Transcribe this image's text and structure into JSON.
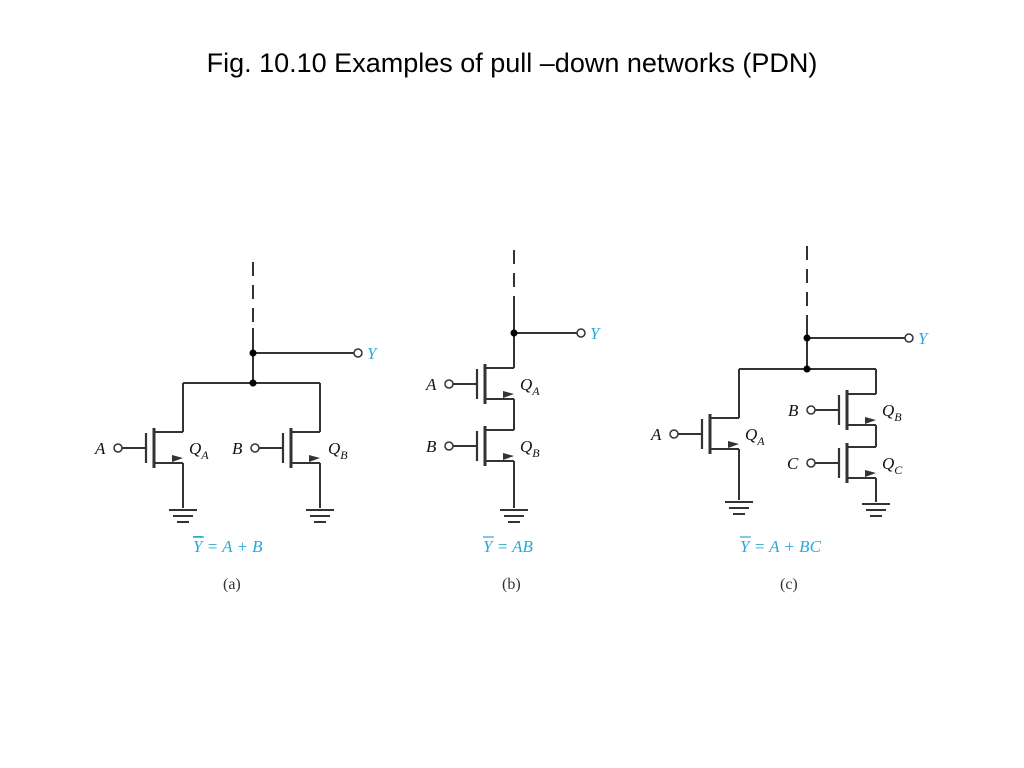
{
  "title": "Fig. 10.10 Examples of pull –down  networks (PDN)",
  "colors": {
    "accent": "#2aa8d8",
    "wire": "#333333"
  },
  "circuits": {
    "a": {
      "inputs": [
        "A",
        "B"
      ],
      "transistors": [
        {
          "q": "Q",
          "sub": "A"
        },
        {
          "q": "Q",
          "sub": "B"
        }
      ],
      "output": "Y",
      "equation_bar": "Y",
      "equation_rest": " = A + B",
      "caption": "(a)"
    },
    "b": {
      "inputs": [
        "A",
        "B"
      ],
      "transistors": [
        {
          "q": "Q",
          "sub": "A"
        },
        {
          "q": "Q",
          "sub": "B"
        }
      ],
      "output": "Y",
      "equation_bar": "Y",
      "equation_rest": " = AB",
      "caption": "(b)"
    },
    "c": {
      "inputs": [
        "A",
        "B",
        "C"
      ],
      "transistors": [
        {
          "q": "Q",
          "sub": "A"
        },
        {
          "q": "Q",
          "sub": "B"
        },
        {
          "q": "Q",
          "sub": "C"
        }
      ],
      "output": "Y",
      "equation_bar": "Y",
      "equation_rest": " = A + BC",
      "caption": "(c)"
    }
  }
}
